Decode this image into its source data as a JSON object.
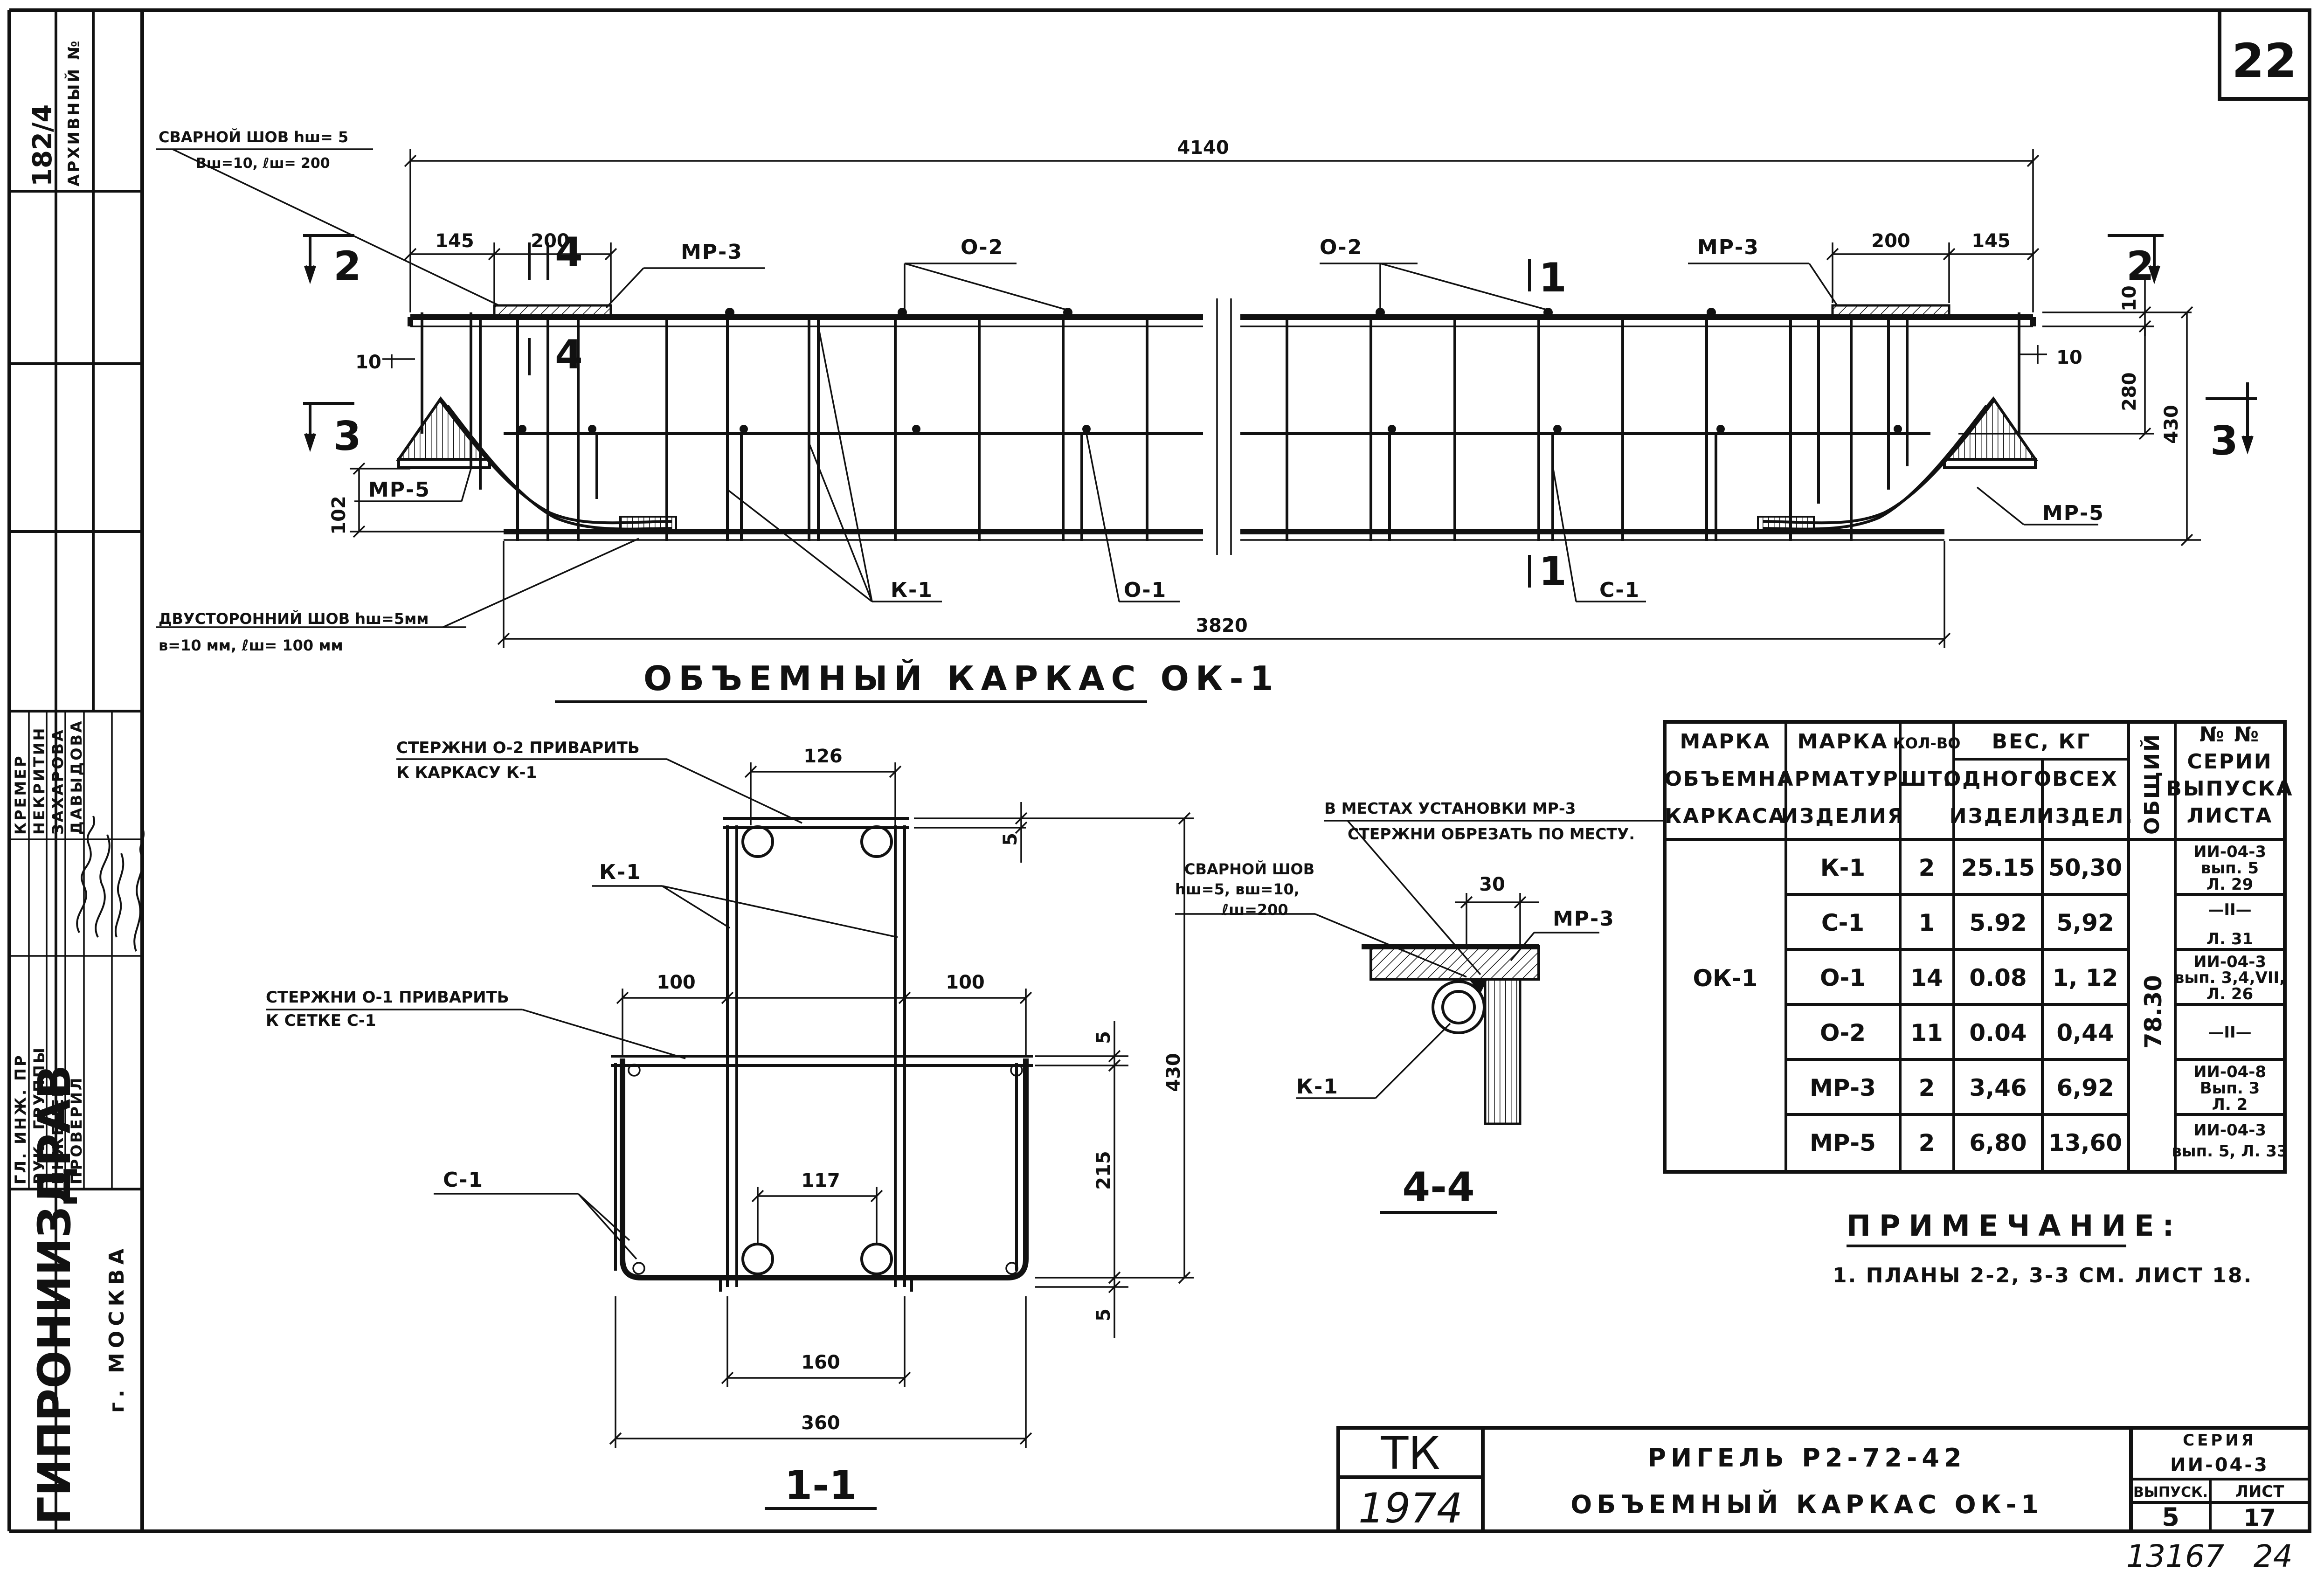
{
  "sheet_no": "22",
  "side_stamp": {
    "archive_no": "182/4",
    "archive_label": "АРХИВНЫЙ №"
  },
  "org": {
    "name": "ГИПРОНИИЗДРАВ",
    "city": "г. МОСКВА"
  },
  "roles": [
    {
      "role": "ГЛ. ИНЖ. ПР",
      "name": "КРЕМЕР"
    },
    {
      "role": "РУК. ГРУППЫ",
      "name": "НЕКРИТИН"
    },
    {
      "role": "ИНЖЕНЕР",
      "name": "ЗАХАРОВА"
    },
    {
      "role": "ПРОВЕРИЛ",
      "name": "ДАВЫДОВА"
    }
  ],
  "elevation": {
    "overall_dim": "4140",
    "bottom_dim": "3820",
    "d145": "145",
    "d200": "200",
    "d10a": "10",
    "d10b": "10",
    "d10c": "10",
    "d102": "102",
    "d280": "280",
    "d430": "430",
    "weld_top_line1": "СВАРНОЙ ШОВ hш= 5",
    "weld_top_line2": "Вш=10, ℓш= 200",
    "weld_bot_line1": "ДВУСТОРОННИЙ ШОВ hш=5мм",
    "weld_bot_line2": "в=10 мм, ℓш= 100 мм",
    "mp3": "МР-3",
    "mp5": "МР-5",
    "o2": "О-2",
    "o1": "О-1",
    "k1": "К-1",
    "c1": "С-1",
    "cut1": "1",
    "cut2": "2",
    "cut3": "3",
    "cut4": "4",
    "title": "ОБЪЕМНЫЙ КАРКАС ОК-1"
  },
  "section11": {
    "note_o2_line1": "СТЕРЖНИ О-2 ПРИВАРИТЬ",
    "note_o2_line2": "К КАРКАСУ К-1",
    "note_o1_line1": "СТЕРЖНИ О-1 ПРИВАРИТЬ",
    "note_o1_line2": "К СЕТКЕ С-1",
    "k1": "К-1",
    "c1": "С-1",
    "d126": "126",
    "d100a": "100",
    "d100b": "100",
    "d117": "117",
    "d160": "160",
    "d360": "360",
    "d5a": "5",
    "d5b": "5",
    "d5c": "5",
    "d215": "215",
    "d430": "430",
    "title": "1-1"
  },
  "section44": {
    "note_line1": "В МЕСТАХ УСТАНОВКИ МР-3",
    "note_line2": "СТЕРЖНИ ОБРЕЗАТЬ ПО МЕСТУ.",
    "weld_line1": "СВАРНОЙ ШОВ",
    "weld_line2": "hш=5, вш=10,",
    "weld_line3": "ℓш=200",
    "d30": "30",
    "mp3": "МР-3",
    "k1": "К-1",
    "title": "4-4"
  },
  "spec_table": {
    "headers": {
      "c1": [
        "МАРКА",
        "ОБЪЕМН.",
        "КАРКАСА"
      ],
      "c2": [
        "МАРКА",
        "АРМАТУР.",
        "ИЗДЕЛИЯ"
      ],
      "c3": [
        "КОЛ-ВО",
        "ШТ."
      ],
      "weight": "ВЕС, КГ",
      "c4": [
        "ОДНОГО",
        "ИЗДЕЛ."
      ],
      "c5": [
        "ВСЕХ",
        "ИЗДЕЛ."
      ],
      "c6": "ОБЩИЙ",
      "c7": [
        "№ №",
        "СЕРИИ",
        "ВЫПУСКА",
        "ЛИСТА"
      ]
    },
    "frame_mark": "ОК-1",
    "total": "78.30",
    "rows": [
      {
        "mark": "К-1",
        "qty": "2",
        "one": "25.15",
        "all": "50,30",
        "ref": [
          "ИИ-04-3",
          "вып. 5",
          "Л. 29"
        ]
      },
      {
        "mark": "С-1",
        "qty": "1",
        "one": "5.92",
        "all": "5,92",
        "ref": [
          "—II—",
          "Л. 31"
        ]
      },
      {
        "mark": "О-1",
        "qty": "14",
        "one": "0.08",
        "all": "1, 12",
        "ref": [
          "ИИ-04-3",
          "вып. 3,4,VII,",
          "Л. 26"
        ]
      },
      {
        "mark": "О-2",
        "qty": "11",
        "one": "0.04",
        "all": "0,44",
        "ref": [
          "—II—"
        ]
      },
      {
        "mark": "МР-3",
        "qty": "2",
        "one": "3,46",
        "all": "6,92",
        "ref": [
          "ИИ-04-8",
          "Вып. 3",
          "Л. 2"
        ]
      },
      {
        "mark": "МР-5",
        "qty": "2",
        "one": "6,80",
        "all": "13,60",
        "ref": [
          "ИИ-04-3",
          "вып. 5, Л. 33"
        ]
      }
    ]
  },
  "note": {
    "title": "ПРИМЕЧАНИЕ:",
    "text": "1. ПЛАНЫ  2-2, 3-3 СМ. ЛИСТ 18."
  },
  "title_block": {
    "tk": "ТК",
    "year": "1974",
    "line1": "РИГЕЛЬ Р2-72-42",
    "line2": "ОБЪЕМНЫЙ КАРКАС ОК-1",
    "series_label": "СЕРИЯ",
    "series": "ИИ-04-3",
    "issue_label": "ВЫПУСК.",
    "issue": "5",
    "sheet_label": "ЛИСТ",
    "sheet": "17"
  },
  "footer_no": "13167   24"
}
